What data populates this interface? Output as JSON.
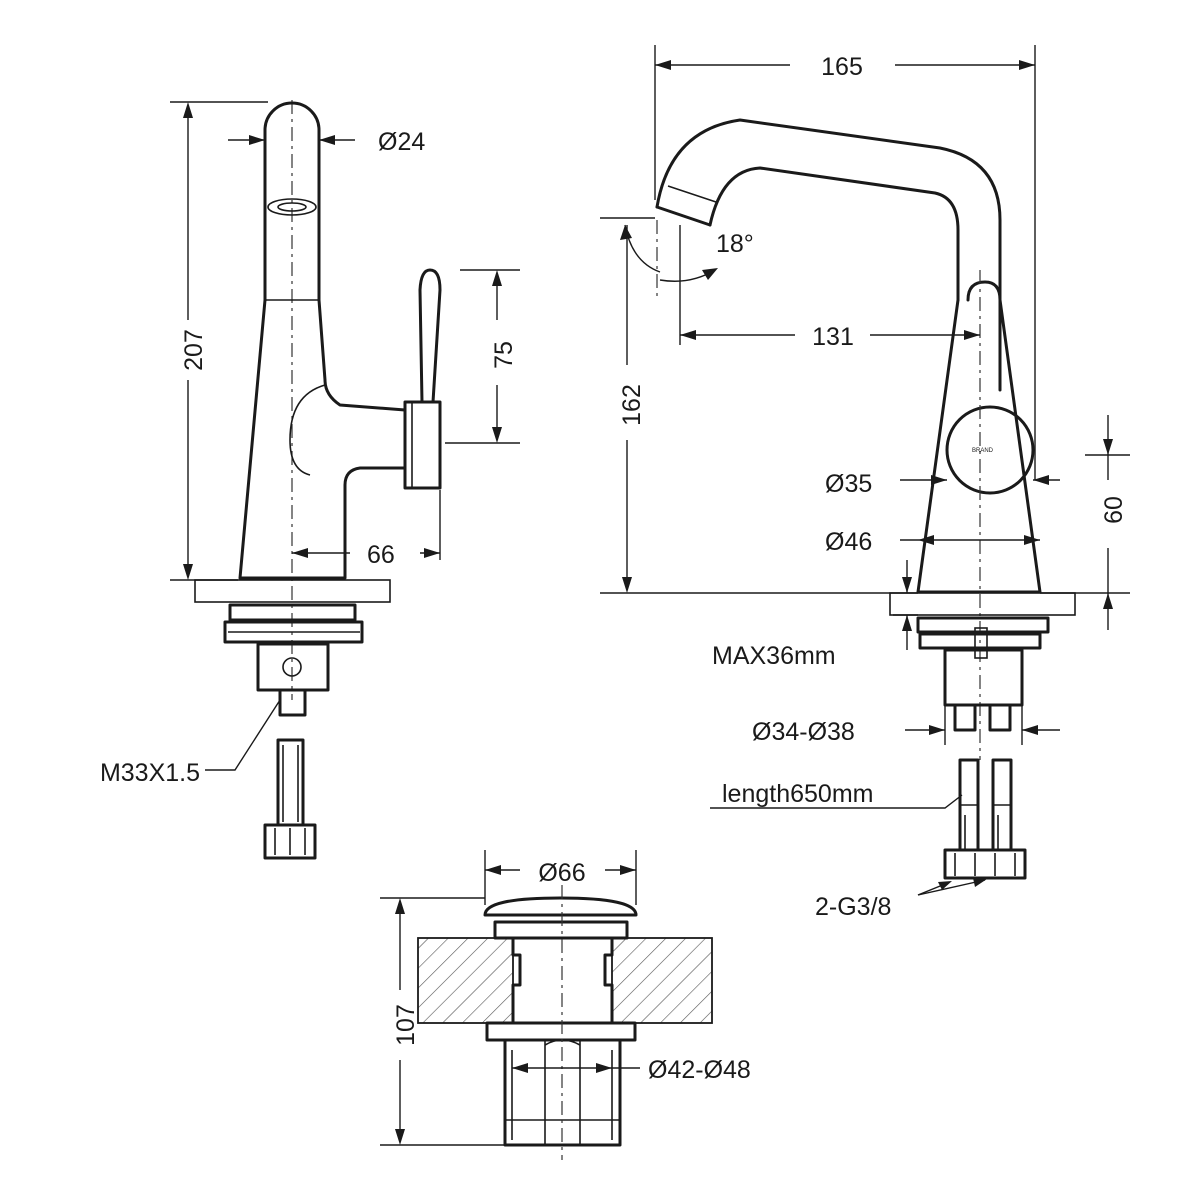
{
  "left_view": {
    "diameter_spout": "Ø24",
    "height_total": "207",
    "handle_height": "75",
    "handle_reach": "66",
    "thread": "M33X1.5"
  },
  "right_view": {
    "width": "165",
    "angle": "18°",
    "reach": "131",
    "height": "162",
    "diameter_upper": "Ø35",
    "diameter_base": "Ø46",
    "handle_block": "60",
    "max_thickness": "MAX36mm",
    "mount_hole": "Ø34-Ø38",
    "hose_length": "length650mm",
    "connector": "2-G3/8"
  },
  "drain_view": {
    "cap_diameter": "Ø66",
    "height": "107",
    "hole_diameter": "Ø42-Ø48"
  }
}
